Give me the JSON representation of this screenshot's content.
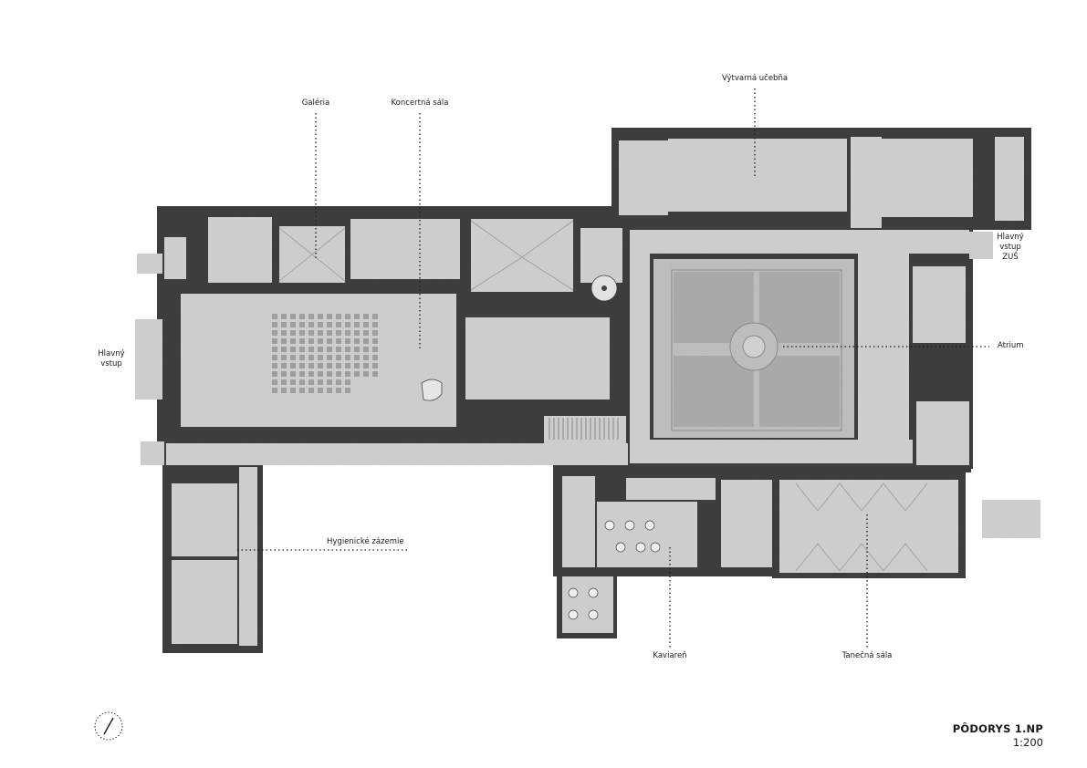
{
  "labels": {
    "galeria": "Galéria",
    "koncertna_sala": "Koncertná sála",
    "vytvarna_ucebna": "Výtvarná učebňa",
    "hlavny_vstup": [
      "Hlavný",
      "vstup"
    ],
    "hlavny_vstup_zus": [
      "Hlavný",
      "vstup",
      "ZUŠ"
    ],
    "atrium": "Atrium",
    "hygienicke_zazemie": "Hygienické zázemie",
    "kaviaren": "Kaviareň",
    "tanecna_sala": "Tanečná sála"
  },
  "title": {
    "name": "PÔDORYS 1.NP",
    "scale": "1:200"
  },
  "icons": {
    "north_arrow": "north-arrow-icon"
  },
  "colors": {
    "wall": "#3d3d3d",
    "floor": "#cfcfcf",
    "floor_light": "#dcdcdc",
    "line": "#1a1a1a"
  }
}
